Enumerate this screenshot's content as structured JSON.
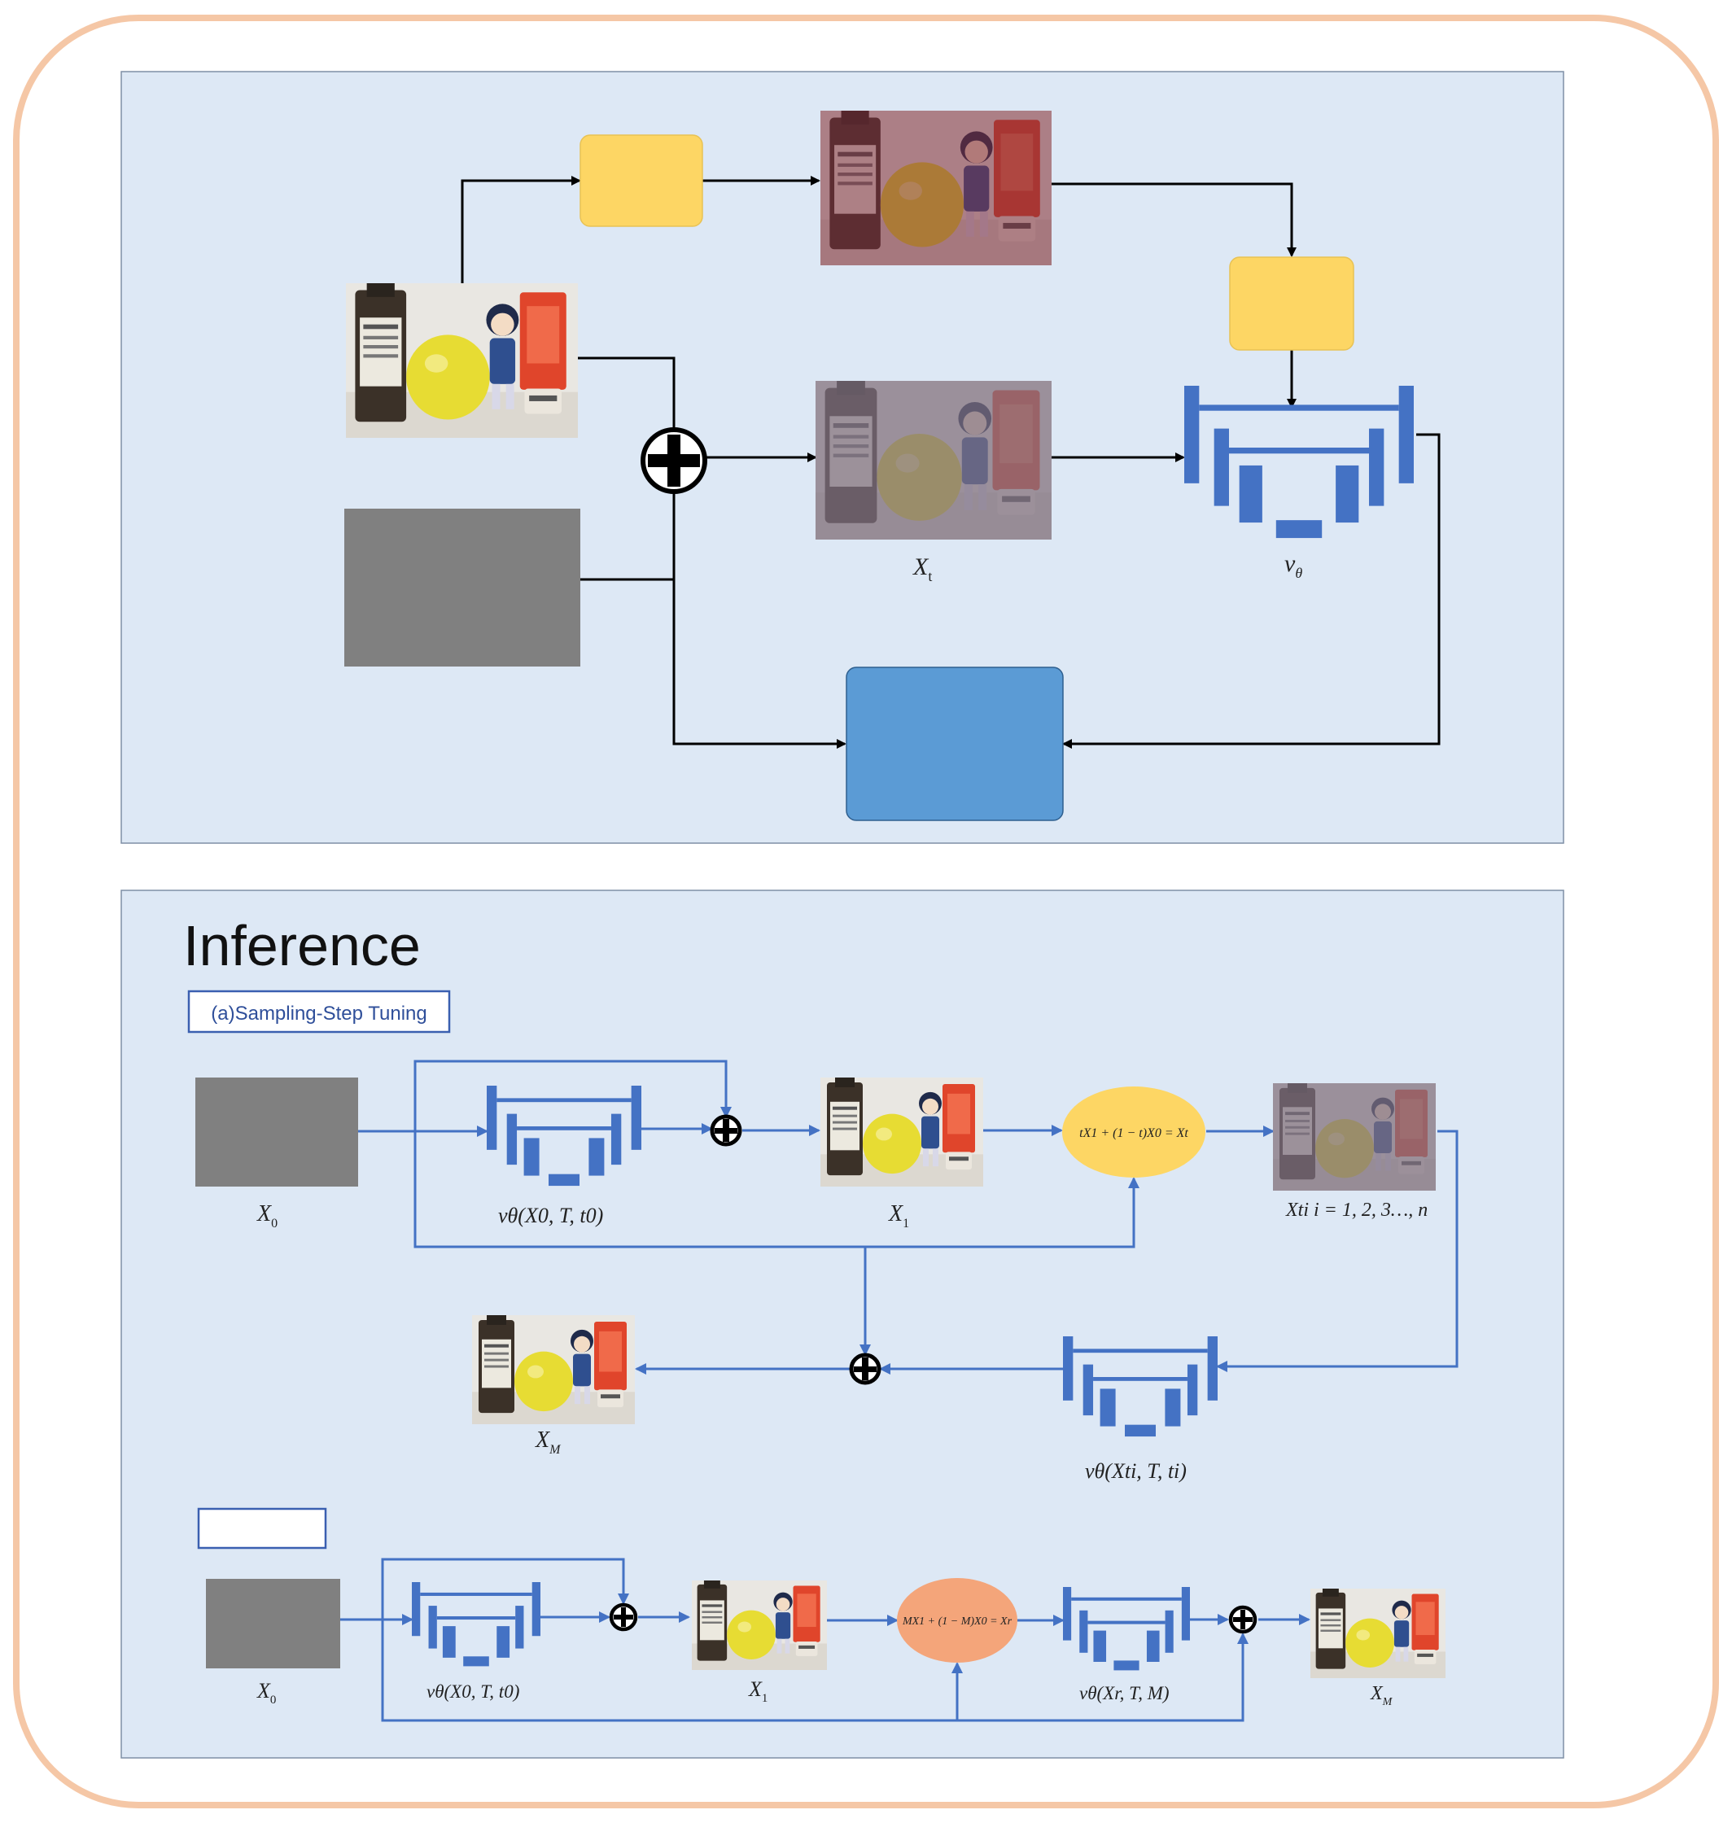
{
  "inference": {
    "title": "Inference",
    "tag_a": "(a)Sampling-Step Tuning",
    "tag_b": ""
  },
  "training": {
    "label_xt": "X",
    "label_xt_sub": "t",
    "label_v": "v",
    "label_v_sub": "θ"
  },
  "row_a": {
    "x0": "X",
    "x0_sub": "0",
    "v_call_1": "vθ(X0, T, t0)",
    "x1": "X",
    "x1_sub": "1",
    "interp": "tX1 + (1 − t)X0 = Xt",
    "xti": "Xti  i = 1, 2, 3…, n",
    "v_call_2": "vθ(Xti, T, ti)",
    "xm": "X",
    "xm_sub": "M"
  },
  "row_b": {
    "x0": "X",
    "x0_sub": "0",
    "v_call_1": "vθ(X0, T, t0)",
    "x1": "X",
    "x1_sub": "1",
    "mask_mix": "MX1 + (1 − M)X0 = Xr",
    "v_call_2": "vθ(Xr, T, M)",
    "xm": "X",
    "xm_sub": "M"
  },
  "colors": {
    "frame": "#f5c7a6",
    "panel": "#dde8f5",
    "yellow": "#fdd664",
    "blue_box": "#5b9bd5",
    "unet": "#4472c4",
    "flow": "#4472c4",
    "orange": "#f4a57a",
    "gray_noise": "#808080"
  }
}
